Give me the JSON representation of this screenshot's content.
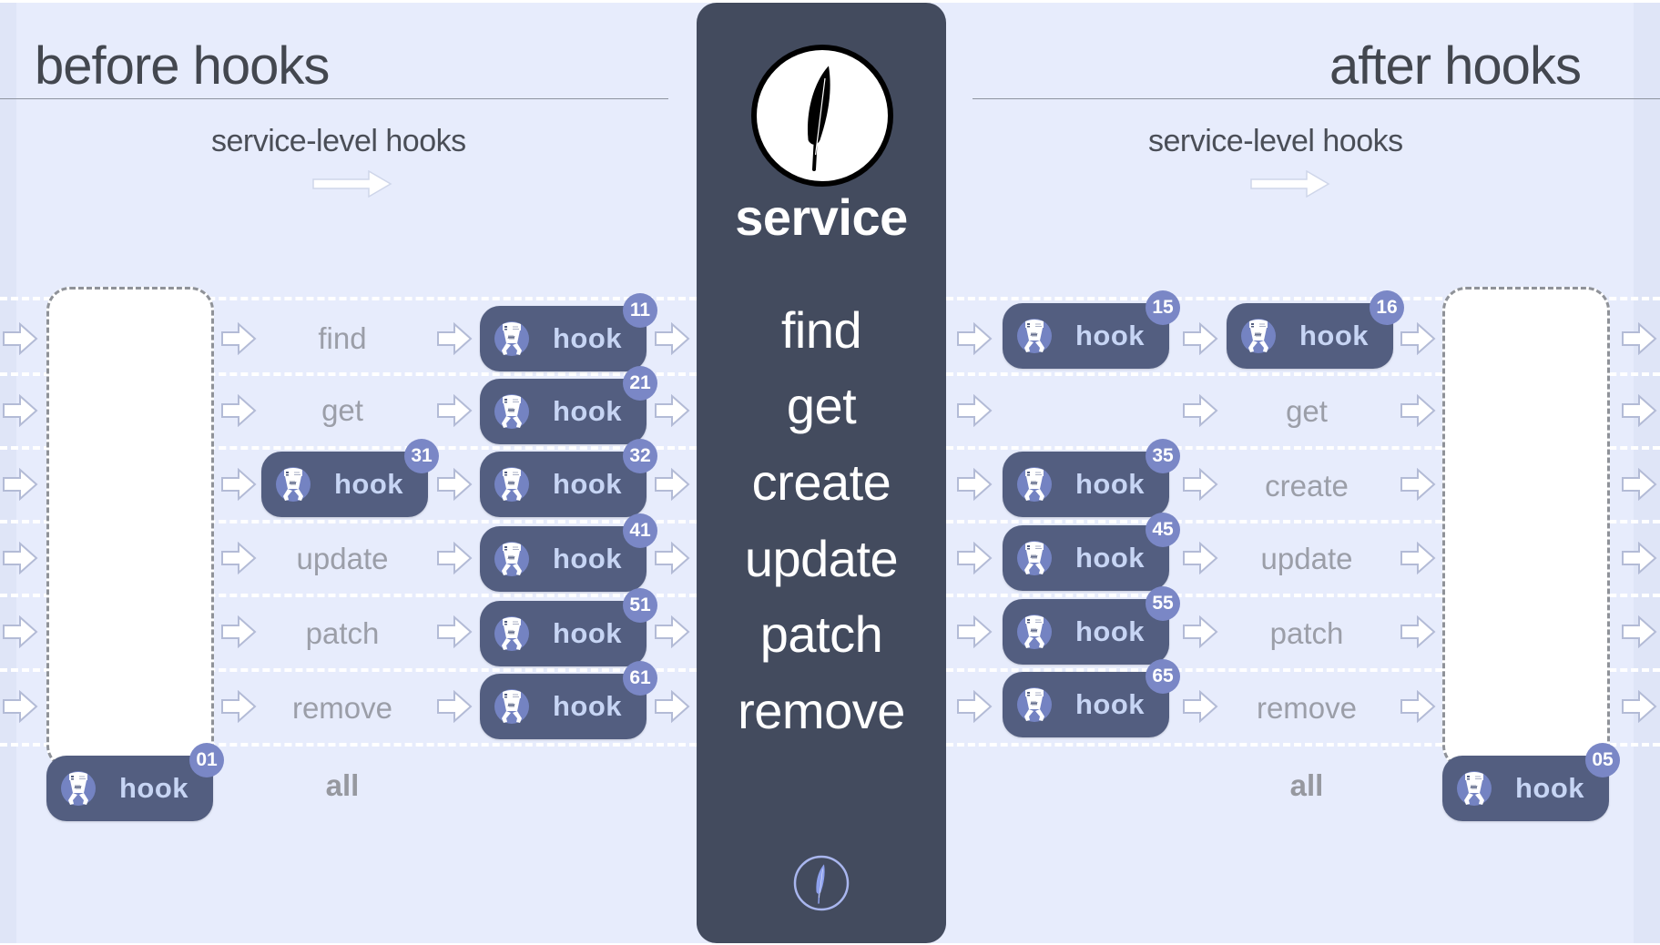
{
  "headers": {
    "before": "before hooks",
    "after": "after hooks",
    "before_sub": "service-level hooks",
    "after_sub": "service-level hooks"
  },
  "service": {
    "title": "service",
    "methods": [
      "find",
      "get",
      "create",
      "update",
      "patch",
      "remove"
    ]
  },
  "rows": [
    {
      "method": "find"
    },
    {
      "method": "get"
    },
    {
      "method": "create"
    },
    {
      "method": "update"
    },
    {
      "method": "patch"
    },
    {
      "method": "remove"
    }
  ],
  "before": {
    "all_label": "all",
    "app_hook": {
      "label": "hook",
      "badge": "01"
    },
    "method_labels": {
      "find": "find",
      "get": "get",
      "update": "update",
      "patch": "patch",
      "remove": "remove"
    },
    "hooks": [
      {
        "label": "hook",
        "badge": "31"
      },
      {
        "label": "hook",
        "badge": "11"
      },
      {
        "label": "hook",
        "badge": "21"
      },
      {
        "label": "hook",
        "badge": "32"
      },
      {
        "label": "hook",
        "badge": "41"
      },
      {
        "label": "hook",
        "badge": "51"
      },
      {
        "label": "hook",
        "badge": "61"
      }
    ]
  },
  "after": {
    "all_label": "all",
    "app_hook": {
      "label": "hook",
      "badge": "05"
    },
    "method_labels": {
      "get": "get",
      "create": "create",
      "update": "update",
      "patch": "patch",
      "remove": "remove"
    },
    "hooks": [
      {
        "label": "hook",
        "badge": "15"
      },
      {
        "label": "hook",
        "badge": "16"
      },
      {
        "label": "hook",
        "badge": "35"
      },
      {
        "label": "hook",
        "badge": "45"
      },
      {
        "label": "hook",
        "badge": "55"
      },
      {
        "label": "hook",
        "badge": "65"
      }
    ]
  },
  "colors": {
    "background": "#e7ecfc",
    "service_panel": "#434b5e",
    "hook_box": "#535e80",
    "hook_text": "#c7d5f4",
    "badge": "#7a87c6",
    "method_text": "#9b9ea8"
  },
  "icons": {
    "hook": "robot-claw-icon",
    "service": "feather-icon",
    "flow": "arrow-right-icon"
  }
}
